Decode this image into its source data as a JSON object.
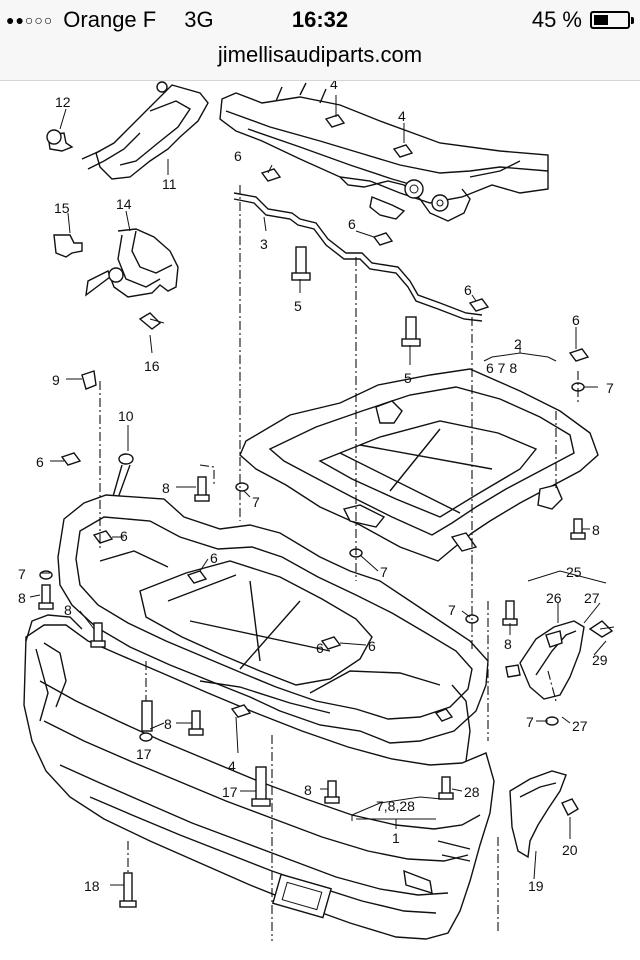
{
  "status_bar": {
    "signal_dots": "●●○○○",
    "carrier": "Orange F",
    "network": "3G",
    "time": "16:32",
    "battery_percent": "45 %",
    "battery_level": 0.45
  },
  "browser": {
    "url": "jimellisaudiparts.com"
  },
  "diagram": {
    "labels": {
      "p1": "1",
      "p2": "2",
      "p2_sub": "6   7   8",
      "p3": "3",
      "p4a": "4",
      "p4b": "4",
      "p4c": "4",
      "p5a": "5",
      "p5b": "5",
      "p6a": "6",
      "p6b": "6",
      "p6c": "6",
      "p6d": "6",
      "p6e": "6",
      "p6f": "6",
      "p6g": "6",
      "p6h": "6",
      "p6i": "6",
      "p7a": "7",
      "p7b": "7",
      "p7c": "7",
      "p7d": "7",
      "p7e": "7",
      "p7f": "7",
      "p8a": "8",
      "p8b": "8",
      "p8c": "8",
      "p8d": "8",
      "p8e": "8",
      "p8f": "8",
      "p8g": "8",
      "p9": "9",
      "p10": "10",
      "p11": "11",
      "p12": "12",
      "p14": "14",
      "p15": "15",
      "p16": "16",
      "p17a": "17",
      "p17b": "17",
      "p18": "18",
      "p19": "19",
      "p20": "20",
      "p25": "25",
      "p26": "26",
      "p27a": "27",
      "p27b": "27",
      "p28": "28",
      "p29": "29",
      "p1_sub": "7,8,28"
    }
  }
}
